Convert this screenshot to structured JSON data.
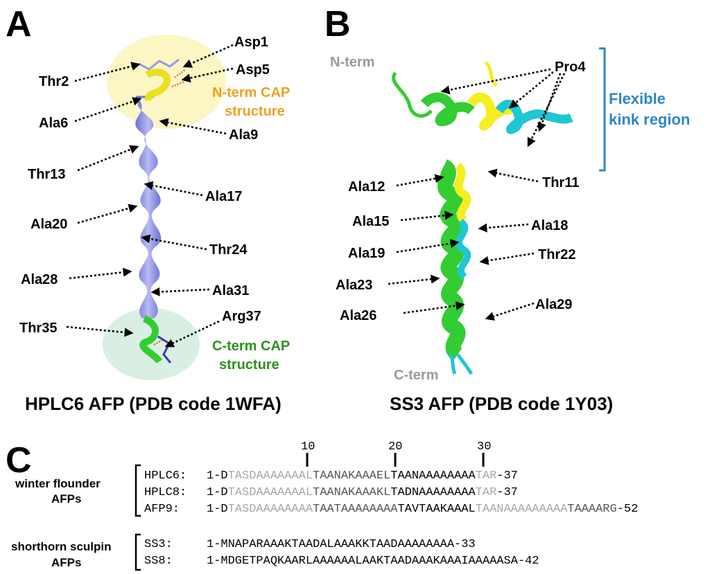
{
  "panels": {
    "a": {
      "letter": "A",
      "caption": "HPLC6 AFP (PDB code 1WFA)",
      "n_cap": [
        "N-term CAP",
        "structure"
      ],
      "c_cap": [
        "C-term CAP",
        "structure"
      ],
      "labels": [
        "Asp1",
        "Thr2",
        "Asp5",
        "Ala6",
        "Ala9",
        "Thr13",
        "Ala17",
        "Ala20",
        "Thr24",
        "Ala28",
        "Ala31",
        "Thr35",
        "Arg37"
      ]
    },
    "b": {
      "letter": "B",
      "caption": "SS3 AFP (PDB code 1Y03)",
      "n_term": "N-term",
      "c_term": "C-term",
      "kink": [
        "Flexible",
        "kink region"
      ],
      "labels": [
        "Pro4",
        "Ala12",
        "Thr11",
        "Ala15",
        "Ala18",
        "Ala19",
        "Thr22",
        "Ala23",
        "Ala26",
        "Ala29"
      ]
    },
    "c": {
      "letter": "C",
      "ticks": [
        "10",
        "20",
        "30"
      ],
      "groups": [
        {
          "name": [
            "winter flounder",
            "AFPs"
          ]
        },
        {
          "name": [
            "shorthorn sculpin",
            "AFPs"
          ]
        }
      ],
      "sequences": [
        {
          "label": "HPLC6:",
          "parts": [
            [
              "1-D",
              "k"
            ],
            [
              "TASDAAAAAAAL",
              "g"
            ],
            [
              "TAANAKAAAEL",
              "dg"
            ],
            [
              "TAANAAAAAAAA",
              "k"
            ],
            [
              "TAR",
              "g"
            ],
            [
              "-37",
              "k"
            ]
          ]
        },
        {
          "label": "HPLC8:",
          "parts": [
            [
              "1-D",
              "k"
            ],
            [
              "TASDAAAAAAAL",
              "g"
            ],
            [
              "TAANAKAAAKL",
              "dg"
            ],
            [
              "TADNAAAAAAAA",
              "k"
            ],
            [
              "TAR",
              "g"
            ],
            [
              "-37",
              "k"
            ]
          ]
        },
        {
          "label": "AFP9:",
          "parts": [
            [
              "1-D",
              "k"
            ],
            [
              "TASDAAAAAAAA",
              "g"
            ],
            [
              "TAATAAAAAAAA",
              "dg"
            ],
            [
              "TAVTAAKAAAL",
              "k"
            ],
            [
              "TAANAAAAAAAAA",
              "g"
            ],
            [
              "TAAAARG",
              "dg"
            ],
            [
              "-52",
              "k"
            ]
          ]
        },
        {
          "label": "SS3:",
          "parts": [
            [
              "1-MNAPARAAAKTAADALAAAKKTAADAAAAAAAA-33",
              "k"
            ]
          ]
        },
        {
          "label": "SS8:",
          "parts": [
            [
              "1-MDGETPAQKAARLAAAAAALAAKTAADAAAKAAAIAAAAASA-42",
              "k"
            ]
          ]
        }
      ]
    }
  },
  "colors": {
    "helix_a": "#8f94e6",
    "n_cap_glow": "#fbf6c4",
    "c_cap_glow": "#d9efe3",
    "cap_green": "#33cc33",
    "cap_yellow": "#f3ec1f",
    "ss3_green": "#33cc33",
    "ss3_yellow": "#f5ee20",
    "ss3_cyan": "#1fc7d4",
    "kink_blue": "#2e86c8",
    "seq_gray": "#a8a8a8",
    "seq_darkgray": "#555555"
  }
}
